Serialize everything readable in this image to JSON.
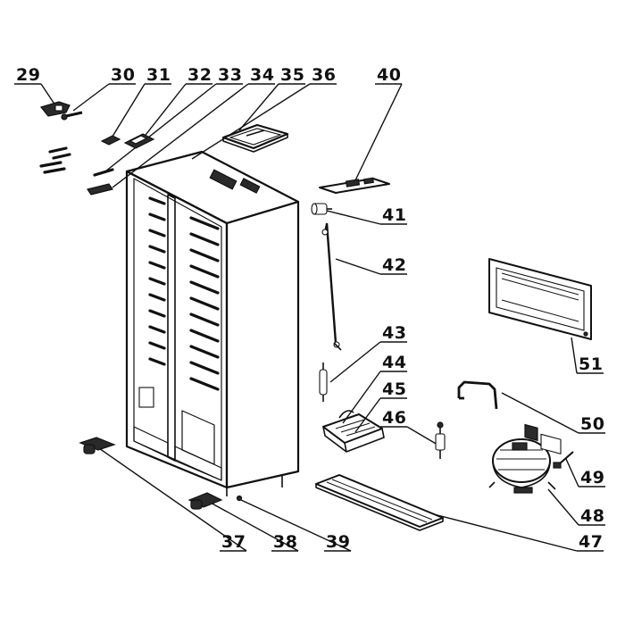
{
  "diagram": {
    "labels": [
      {
        "id": "29",
        "text": "29"
      },
      {
        "id": "30",
        "text": "30"
      },
      {
        "id": "31",
        "text": "31"
      },
      {
        "id": "32",
        "text": "32"
      },
      {
        "id": "33",
        "text": "33"
      },
      {
        "id": "34",
        "text": "34"
      },
      {
        "id": "35",
        "text": "35"
      },
      {
        "id": "36",
        "text": "36"
      },
      {
        "id": "40",
        "text": "40"
      },
      {
        "id": "41",
        "text": "41"
      },
      {
        "id": "42",
        "text": "42"
      },
      {
        "id": "43",
        "text": "43"
      },
      {
        "id": "44",
        "text": "44"
      },
      {
        "id": "45",
        "text": "45"
      },
      {
        "id": "46",
        "text": "46"
      },
      {
        "id": "47",
        "text": "47"
      },
      {
        "id": "48",
        "text": "48"
      },
      {
        "id": "49",
        "text": "49"
      },
      {
        "id": "50",
        "text": "50"
      },
      {
        "id": "51",
        "text": "51"
      },
      {
        "id": "37",
        "text": "37"
      },
      {
        "id": "38",
        "text": "38"
      },
      {
        "id": "39",
        "text": "39"
      }
    ]
  },
  "colors": {
    "ink": "#111111",
    "background": "#ffffff"
  }
}
